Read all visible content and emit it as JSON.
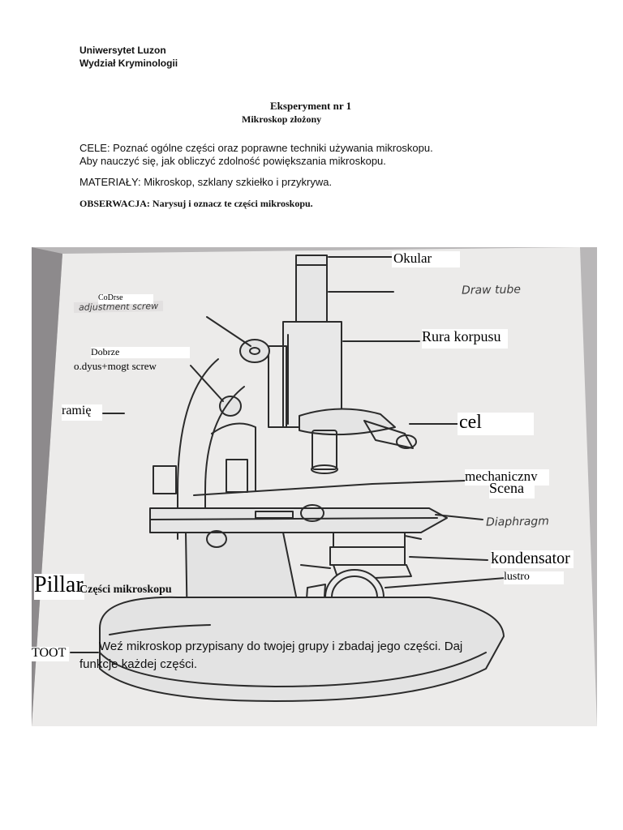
{
  "header": {
    "university": "Uniwersytet Luzon",
    "faculty": "Wydział Kryminologii"
  },
  "experiment": {
    "number": "Eksperyment nr 1",
    "name": "Mikroskop złożony"
  },
  "objectives": {
    "line1": "CELE: Poznać ogólne części oraz poprawne techniki używania mikroskopu.",
    "line2": "Aby nauczyć się, jak obliczyć zdolność powiększania mikroskopu."
  },
  "materials": "MATERIAŁY: Mikroskop, szklany szkiełko i przykrywa.",
  "observation": "OBSERWACJA: Narysuj i oznacz te części mikroskopu.",
  "labels": {
    "eyepiece": "Okular",
    "coarse_typed": "CoDrse",
    "body_tube": "Rura korpusu",
    "fine_typed": "Dobrze",
    "fine_ocr": "o.dyus+mogt screw",
    "arm": "ramię",
    "objective": "cel",
    "mechanical": "mechaniczny",
    "stage": "Scena",
    "condenser": "kondensator",
    "mirror": "lustro",
    "pillar": "Pillar",
    "foot": "TOOT"
  },
  "handwritten": {
    "adjustment": "adjustment screw",
    "draw_tube": "Draw tube",
    "diaphragm": "Diaphragm"
  },
  "parts_title": "Części mikroskopu",
  "instruction": {
    "line1": "Weź mikroskop przypisany do twojej grupy i zbadaj jego części. Daj",
    "line2": "funkcje każdej części."
  }
}
